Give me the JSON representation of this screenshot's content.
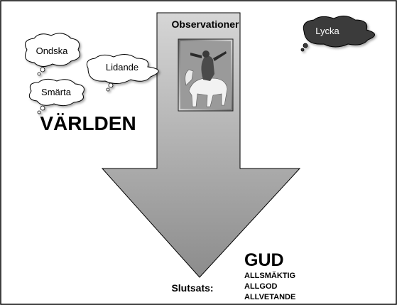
{
  "diagram": {
    "arrow_title": "Observationer",
    "world_label": "VÄRLDEN",
    "clouds": {
      "ondska": "Ondska",
      "lidande": "Lidande",
      "smarta": "Smärta",
      "lycka": "Lycka"
    },
    "conclusion_label": "Slutsats:",
    "god_label": "GUD",
    "attributes": [
      "ALLSMÄKTIG",
      "ALLGOD",
      "ALLVETANDE"
    ],
    "colors": {
      "arrow_light": "#d0d0d0",
      "arrow_dark": "#8a8a8a",
      "dark_cloud": "#3a3a3a",
      "text": "#000000"
    }
  }
}
